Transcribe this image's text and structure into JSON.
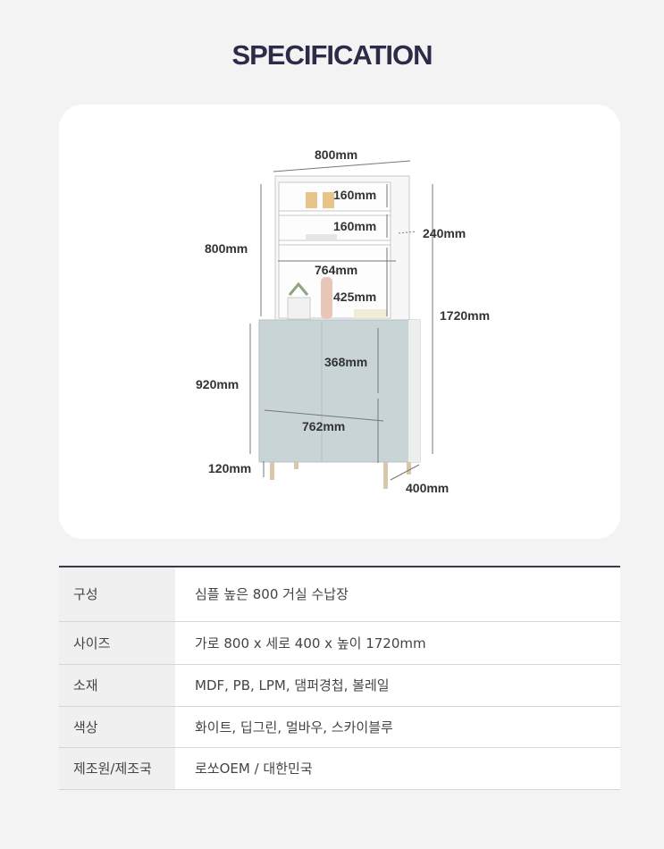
{
  "title": "SPECIFICATION",
  "dimensions": {
    "top_width": "800mm",
    "shelf1": "160mm",
    "shelf2": "160mm",
    "depth_upper": "240mm",
    "upper_height": "800mm",
    "inner_width_upper": "764mm",
    "open_height": "425mm",
    "total_height": "1720mm",
    "door_height": "368mm",
    "lower_height": "920mm",
    "inner_width_lower": "762mm",
    "leg_height": "120mm",
    "depth_lower": "400mm"
  },
  "colors": {
    "title": "#2c2c48",
    "cabinet": "#c9d4d7"
  },
  "spec_rows": [
    {
      "label": "구성",
      "value": "심플 높은 800 거실 수납장"
    },
    {
      "label": "사이즈",
      "value": "가로 800 x 세로 400 x 높이 1720mm"
    },
    {
      "label": "소재",
      "value": "MDF, PB, LPM, 댐퍼경첩, 볼레일"
    },
    {
      "label": "색상",
      "value": "화이트, 딥그린, 멀바우, 스카이블루"
    },
    {
      "label": "제조원/제조국",
      "value": "로쏘OEM / 대한민국"
    }
  ]
}
